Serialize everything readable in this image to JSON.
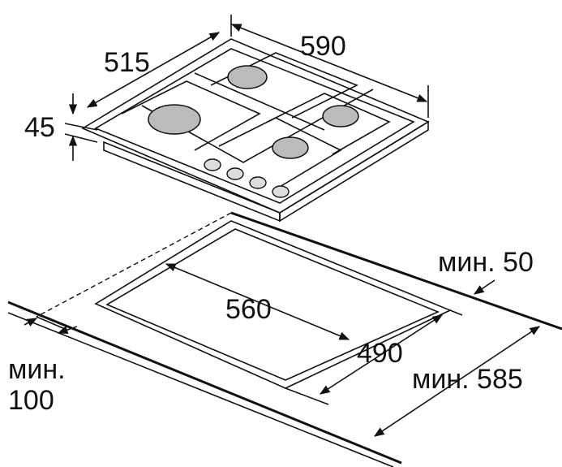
{
  "dimensions": {
    "hob_depth": "515",
    "hob_width": "590",
    "hob_height": "45",
    "cutout_width": "560",
    "cutout_depth": "490",
    "min_back": "мин. 50",
    "min_depth": "мин. 585",
    "min_side_line1": "мин.",
    "min_side_line2": "100"
  }
}
